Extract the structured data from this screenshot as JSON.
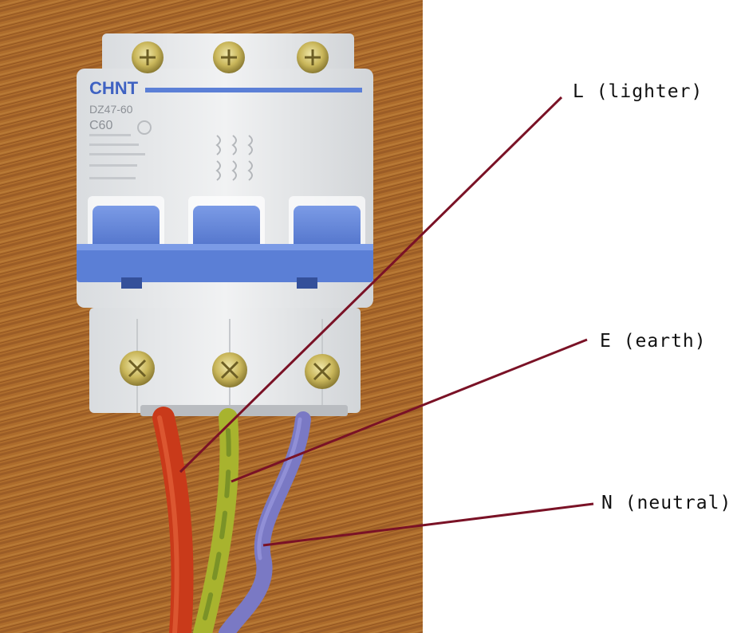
{
  "breaker": {
    "brand": "CHNT",
    "model": "DZ47-60",
    "rating": "C60"
  },
  "callouts": {
    "live": "L (lighter)",
    "earth": "E (earth)",
    "neutral": "N (neutral)"
  },
  "colors": {
    "live_wire": "#c93a1a",
    "earth_wire": "#a8b32e",
    "neutral_wire": "#7a79c4",
    "leader_line": "#7a1226",
    "toggle_blue": "#5b7fd6",
    "breaker_body": "#eceef0",
    "wood": "#b8732f"
  }
}
